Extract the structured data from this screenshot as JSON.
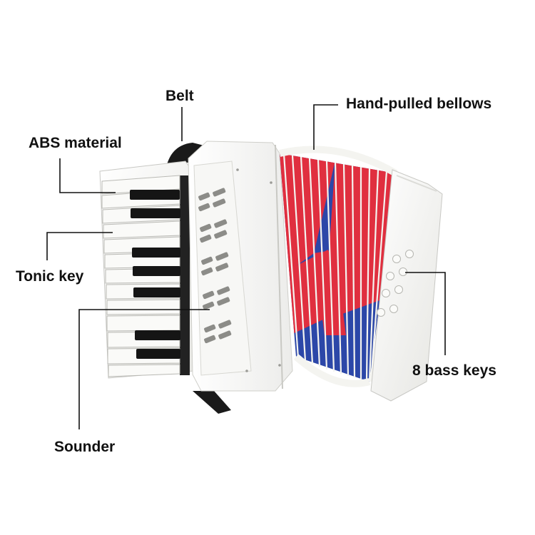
{
  "labels": {
    "belt": "Belt",
    "abs_material": "ABS material",
    "bellows": "Hand-pulled bellows",
    "tonic_key": "Tonic key",
    "bass_keys": "8 bass keys",
    "sounder": "Sounder"
  },
  "colors": {
    "body_white": "#f4f4f0",
    "bellows_red": "#e02f3f",
    "bellows_blue": "#2c47a8",
    "black_key": "#151515",
    "strap": "#1a1a1a",
    "leader_line": "#111111"
  }
}
